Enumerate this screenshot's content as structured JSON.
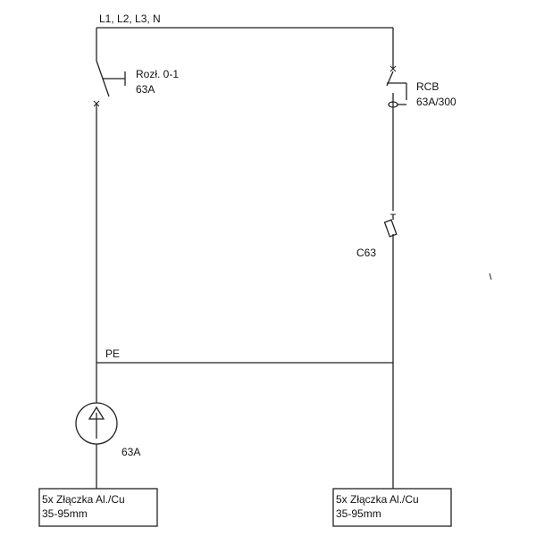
{
  "diagram": {
    "supply_label": "L1, L2, L3, N",
    "switch": {
      "name_label": "Rozł. 0-1",
      "rating_label": "63A"
    },
    "rcb": {
      "name_label": "RCB",
      "rating_label": "63A/300"
    },
    "fuse": {
      "rating_label": "C63"
    },
    "pe_label": "PE",
    "meter": {
      "rating_label": "63A"
    },
    "terminal_left": {
      "line1": "5x Złączka Al./Cu",
      "line2": "35-95mm"
    },
    "terminal_right": {
      "line1": "5x Złączka Al./Cu",
      "line2": "35-95mm"
    }
  }
}
